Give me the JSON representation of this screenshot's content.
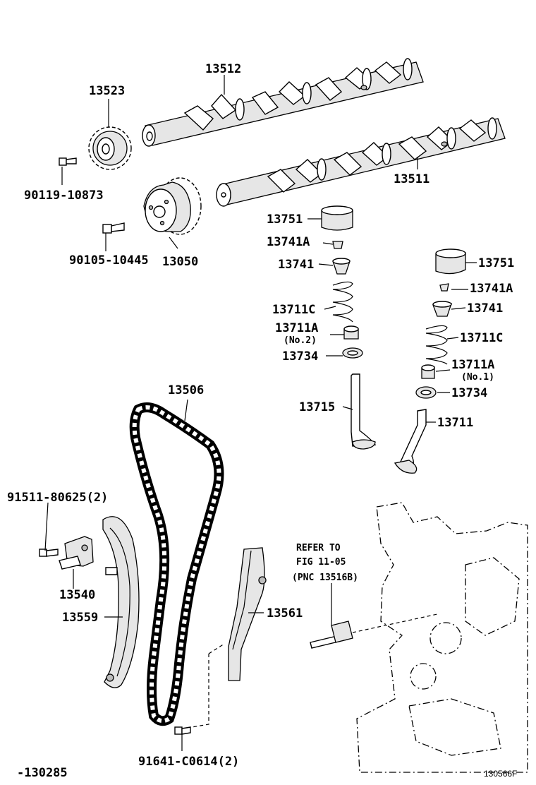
{
  "labels": {
    "camshaft_exhaust": "13512",
    "camshaft_intake": "13511",
    "sprocket": "13523",
    "sprocket_bolt": "90119-10873",
    "vvt_gear": "13050",
    "vvt_bolt": "90105-10445",
    "lifter_left": "13751",
    "keeper_left": "13741A",
    "retainer_left": "13741",
    "spring_left": "13711C",
    "seal_left": "13711A",
    "seal_left_note": "(No.2)",
    "seat_left": "13734",
    "valve_left": "13715",
    "lifter_right": "13751",
    "keeper_right": "13741A",
    "retainer_right": "13741",
    "spring_right": "13711C",
    "seal_right": "13711A",
    "seal_right_note": "(No.1)",
    "seat_right": "13734",
    "valve_right": "13711",
    "chain": "13506",
    "tensioner_bolt": "91511-80625(2)",
    "tensioner": "13540",
    "slipper": "13559",
    "damper": "13561",
    "damper_bolt": "91641-C0614(2)",
    "refer_line1": "REFER TO",
    "refer_line2": "FIG 11-05",
    "refer_line3": "(PNC 13516B)"
  },
  "footer": {
    "left": "-130285",
    "right": "130566F"
  }
}
